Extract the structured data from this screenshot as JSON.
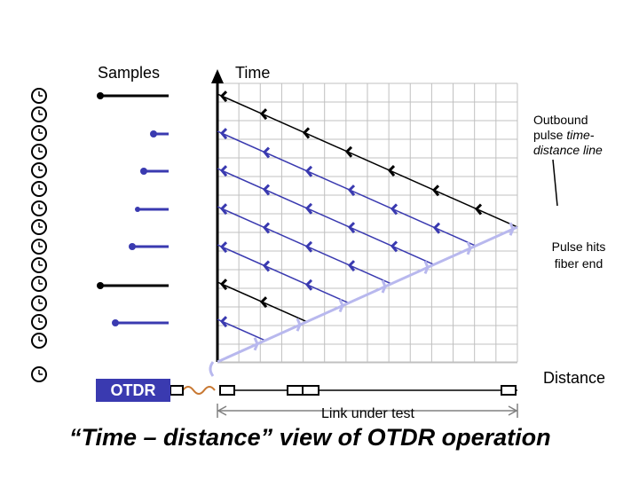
{
  "labels": {
    "samples": "Samples",
    "time": "Time",
    "outbound_line1": "Outbound",
    "outbound_line2_plain": "pulse ",
    "outbound_line2_italic": "time-",
    "outbound_line3_italic": "distance line",
    "pulse_hits_line1": "Pulse hits",
    "pulse_hits_line2": "fiber end",
    "distance": "Distance",
    "otdr": "OTDR",
    "link_under_test": "Link under test",
    "caption": "“Time – distance” view of OTDR operation"
  },
  "colors": {
    "outbound_line": "#000000",
    "reflected_line": "#3a3ab0",
    "fiber_end_line": "#b8b8ee",
    "grid": "#c0c0c0",
    "otdr_box": "#3a3ab0",
    "fiber_squiggle": "#c87832",
    "text": "#000000"
  },
  "clock_icons": "clock-icon"
}
